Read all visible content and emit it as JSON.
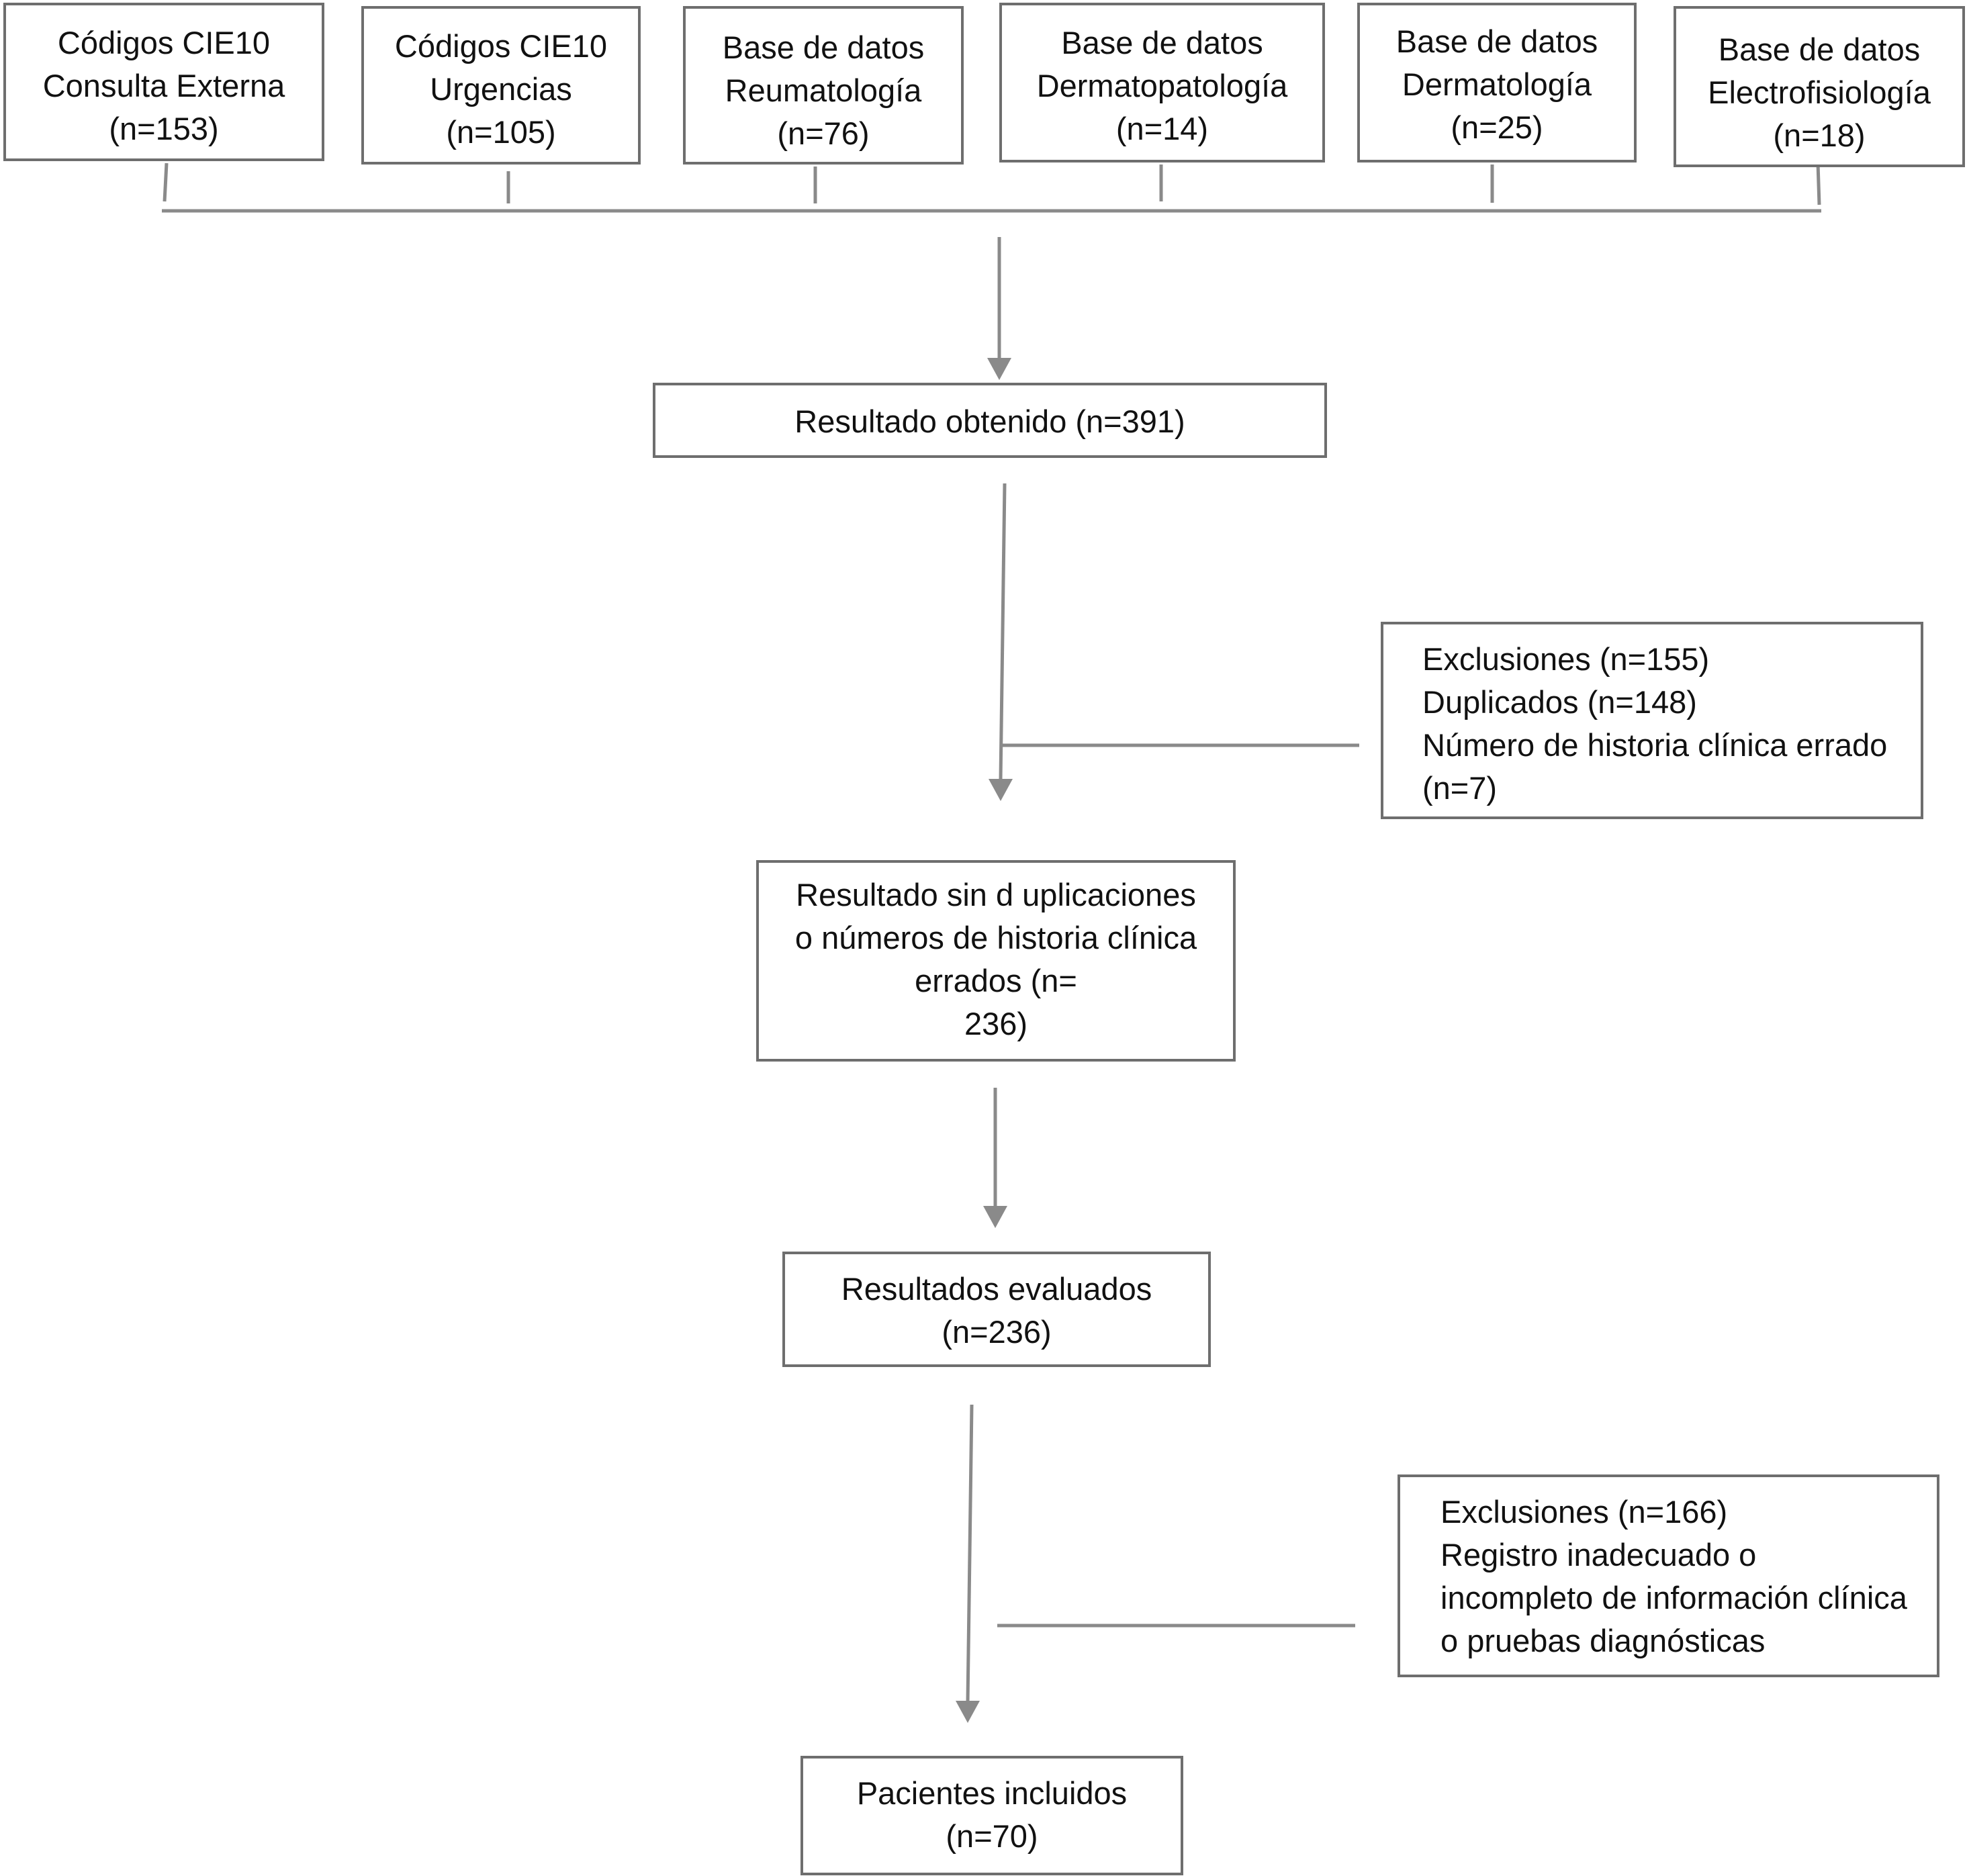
{
  "sources": [
    {
      "lines": [
        "Códigos CIE10",
        "Consulta Externa",
        "(n=153)"
      ]
    },
    {
      "lines": [
        "Códigos CIE10",
        "Urgencias",
        "(n=105)"
      ]
    },
    {
      "lines": [
        "Base de datos",
        "Reumatología",
        "(n=76)"
      ]
    },
    {
      "lines": [
        "Base de datos",
        "Dermatopatología",
        "(n=14)"
      ]
    },
    {
      "lines": [
        "Base de datos",
        "Dermatología",
        "(n=25)"
      ]
    },
    {
      "lines": [
        "Base de datos",
        "Electrofisiología",
        "(n=18)"
      ]
    }
  ],
  "obtained": {
    "lines": [
      "Resultado obtenido (n=391)"
    ]
  },
  "exclusion1": {
    "lines": [
      "Exclusiones (n=155)",
      "Duplicados (n=148)",
      "Número de historia clínica errado",
      "(n=7)"
    ]
  },
  "deduplicated": {
    "lines": [
      "Resultado sin d uplicaciones",
      "o números de historia clínica",
      "errados (n=",
      "236)"
    ]
  },
  "evaluated": {
    "lines": [
      "Resultados evaluados",
      "(n=236)"
    ]
  },
  "exclusion2": {
    "lines": [
      "Exclusiones (n=166)",
      "Registro inadecuado o",
      "incompleto de información clínica",
      "o pruebas diagnósticas"
    ]
  },
  "included": {
    "lines": [
      "Pacientes incluidos",
      "(n=70)"
    ]
  }
}
